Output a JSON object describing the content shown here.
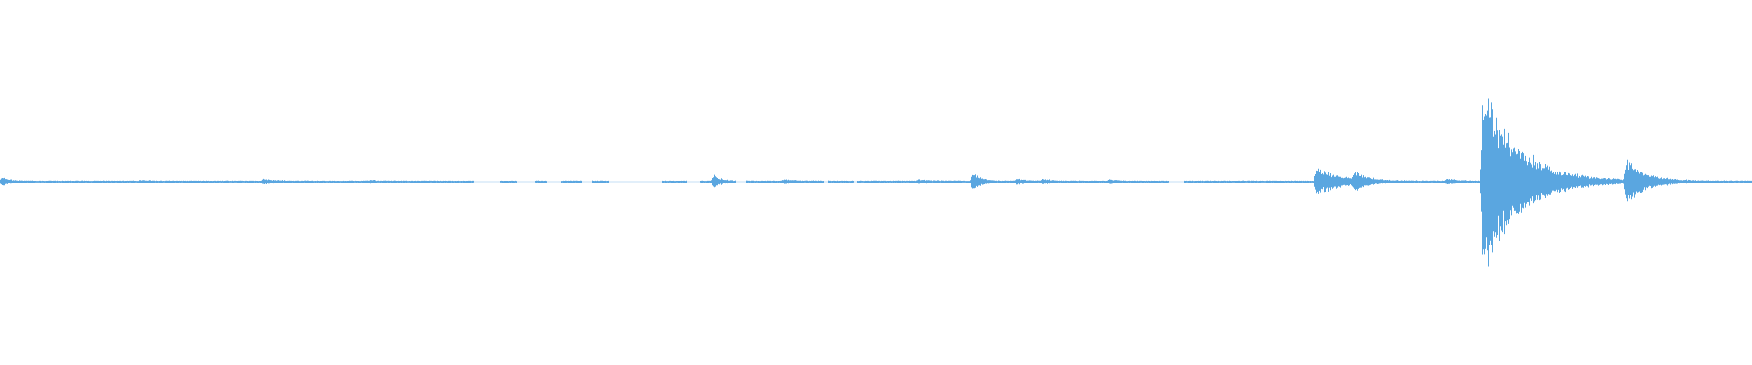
{
  "waveform": {
    "color": "#5aa6e0",
    "background": "#ffffff",
    "events": [
      {
        "t": 0.001,
        "amp": 0.045,
        "decay": 0.004
      },
      {
        "t": 0.08,
        "amp": 0.01,
        "decay": 0.004
      },
      {
        "t": 0.15,
        "amp": 0.025,
        "decay": 0.006
      },
      {
        "t": 0.211,
        "amp": 0.012,
        "decay": 0.004
      },
      {
        "t": 0.407,
        "amp": 0.07,
        "decay": 0.004
      },
      {
        "t": 0.447,
        "amp": 0.02,
        "decay": 0.006
      },
      {
        "t": 0.524,
        "amp": 0.018,
        "decay": 0.006
      },
      {
        "t": 0.555,
        "amp": 0.11,
        "decay": 0.004
      },
      {
        "t": 0.58,
        "amp": 0.025,
        "decay": 0.005
      },
      {
        "t": 0.595,
        "amp": 0.02,
        "decay": 0.006
      },
      {
        "t": 0.633,
        "amp": 0.022,
        "decay": 0.004
      },
      {
        "t": 0.751,
        "amp": 0.14,
        "decay": 0.014
      },
      {
        "t": 0.773,
        "amp": 0.08,
        "decay": 0.006
      },
      {
        "t": 0.826,
        "amp": 0.025,
        "decay": 0.006
      },
      {
        "t": 0.846,
        "amp": 1.0,
        "decay": 0.02
      },
      {
        "t": 0.928,
        "amp": 0.23,
        "decay": 0.01
      }
    ],
    "gaps": [
      [
        0.27,
        0.285
      ],
      [
        0.295,
        0.305
      ],
      [
        0.312,
        0.32
      ],
      [
        0.332,
        0.338
      ],
      [
        0.347,
        0.378
      ],
      [
        0.392,
        0.399
      ],
      [
        0.42,
        0.425
      ],
      [
        0.47,
        0.472
      ],
      [
        0.487,
        0.489
      ],
      [
        0.667,
        0.675
      ]
    ]
  }
}
